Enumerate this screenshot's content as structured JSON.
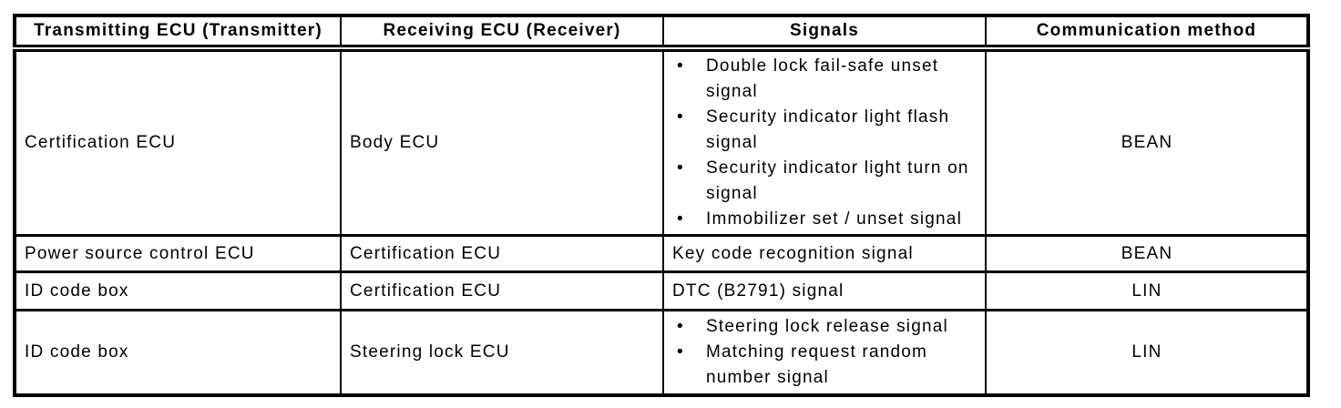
{
  "page": {
    "background_color": "#ffffff"
  },
  "table": {
    "headers": [
      "Transmitting ECU (Transmitter)",
      "Receiving ECU (Receiver)",
      "Signals",
      "Communication method"
    ],
    "rows": [
      {
        "transmitter": "Certification ECU",
        "receiver": "Body ECU",
        "bulleted": true,
        "signals": [
          "Double lock fail-safe unset signal",
          "Security indicator light flash signal",
          "Security indicator light turn on signal",
          "Immobilizer set / unset signal"
        ],
        "method": "BEAN"
      },
      {
        "transmitter": "Power source control ECU",
        "receiver": "Certification ECU",
        "bulleted": false,
        "signals": [
          "Key code recognition signal"
        ],
        "method": "BEAN"
      },
      {
        "transmitter": "ID code box",
        "receiver": "Certification ECU",
        "bulleted": false,
        "signals": [
          "DTC (B2791) signal"
        ],
        "method": "LIN"
      },
      {
        "transmitter": "ID code box",
        "receiver": "Steering lock ECU",
        "bulleted": true,
        "signals": [
          "Steering lock release signal",
          "Matching request random number signal"
        ],
        "method": "LIN"
      }
    ],
    "bullet_char": "•",
    "colors": {
      "border": "#000000",
      "text": "#000000",
      "background": "#ffffff"
    }
  }
}
